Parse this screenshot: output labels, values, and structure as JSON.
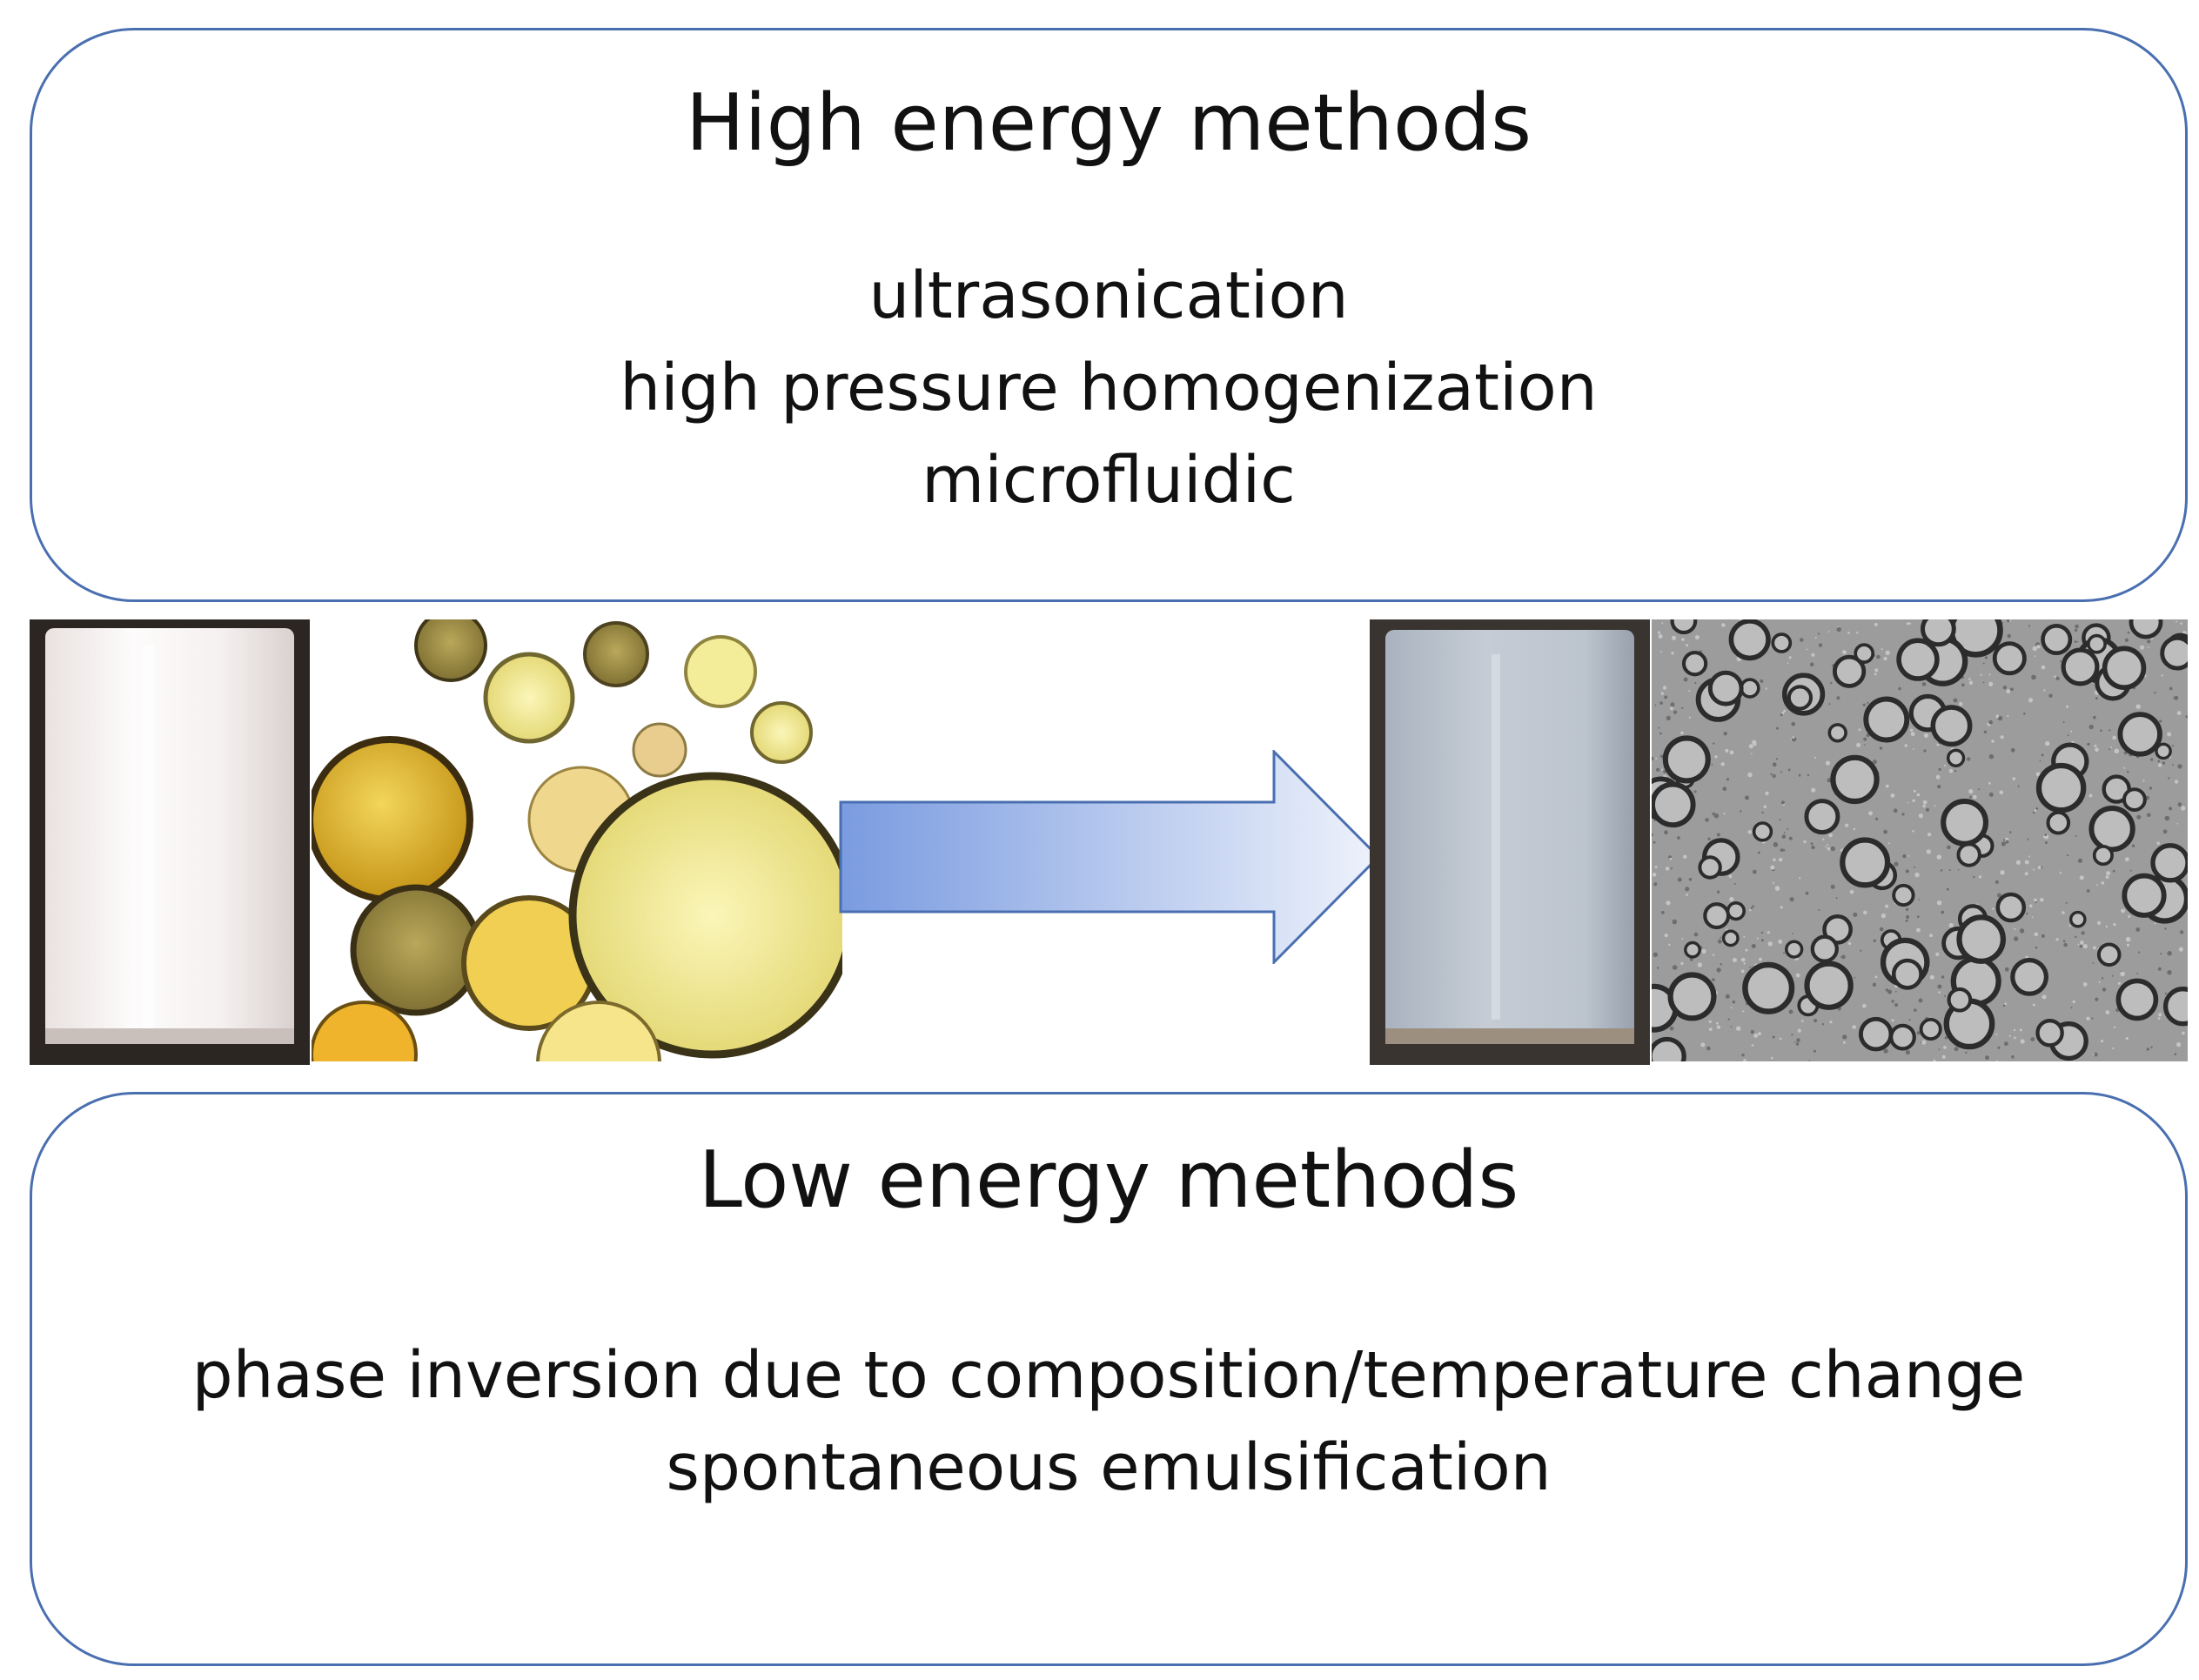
{
  "high_energy": {
    "title": "High energy methods",
    "methods": [
      "ultrasonication",
      "high pressure homogenization",
      "microfluidic"
    ]
  },
  "low_energy": {
    "title": "Low energy methods",
    "methods": [
      "phase inversion due to composition/temperature change",
      "spontaneous emulsification"
    ]
  },
  "colors": {
    "panel_border": "#4a6fb0",
    "arrow_start": "#7a9be0",
    "arrow_end": "#eef2fb",
    "text": "#111111"
  },
  "icons": [
    "milky-emulsion-vial",
    "large-droplets-image",
    "right-arrow",
    "clear-nanoemulsion-vial",
    "tem-nanodroplets-image"
  ]
}
